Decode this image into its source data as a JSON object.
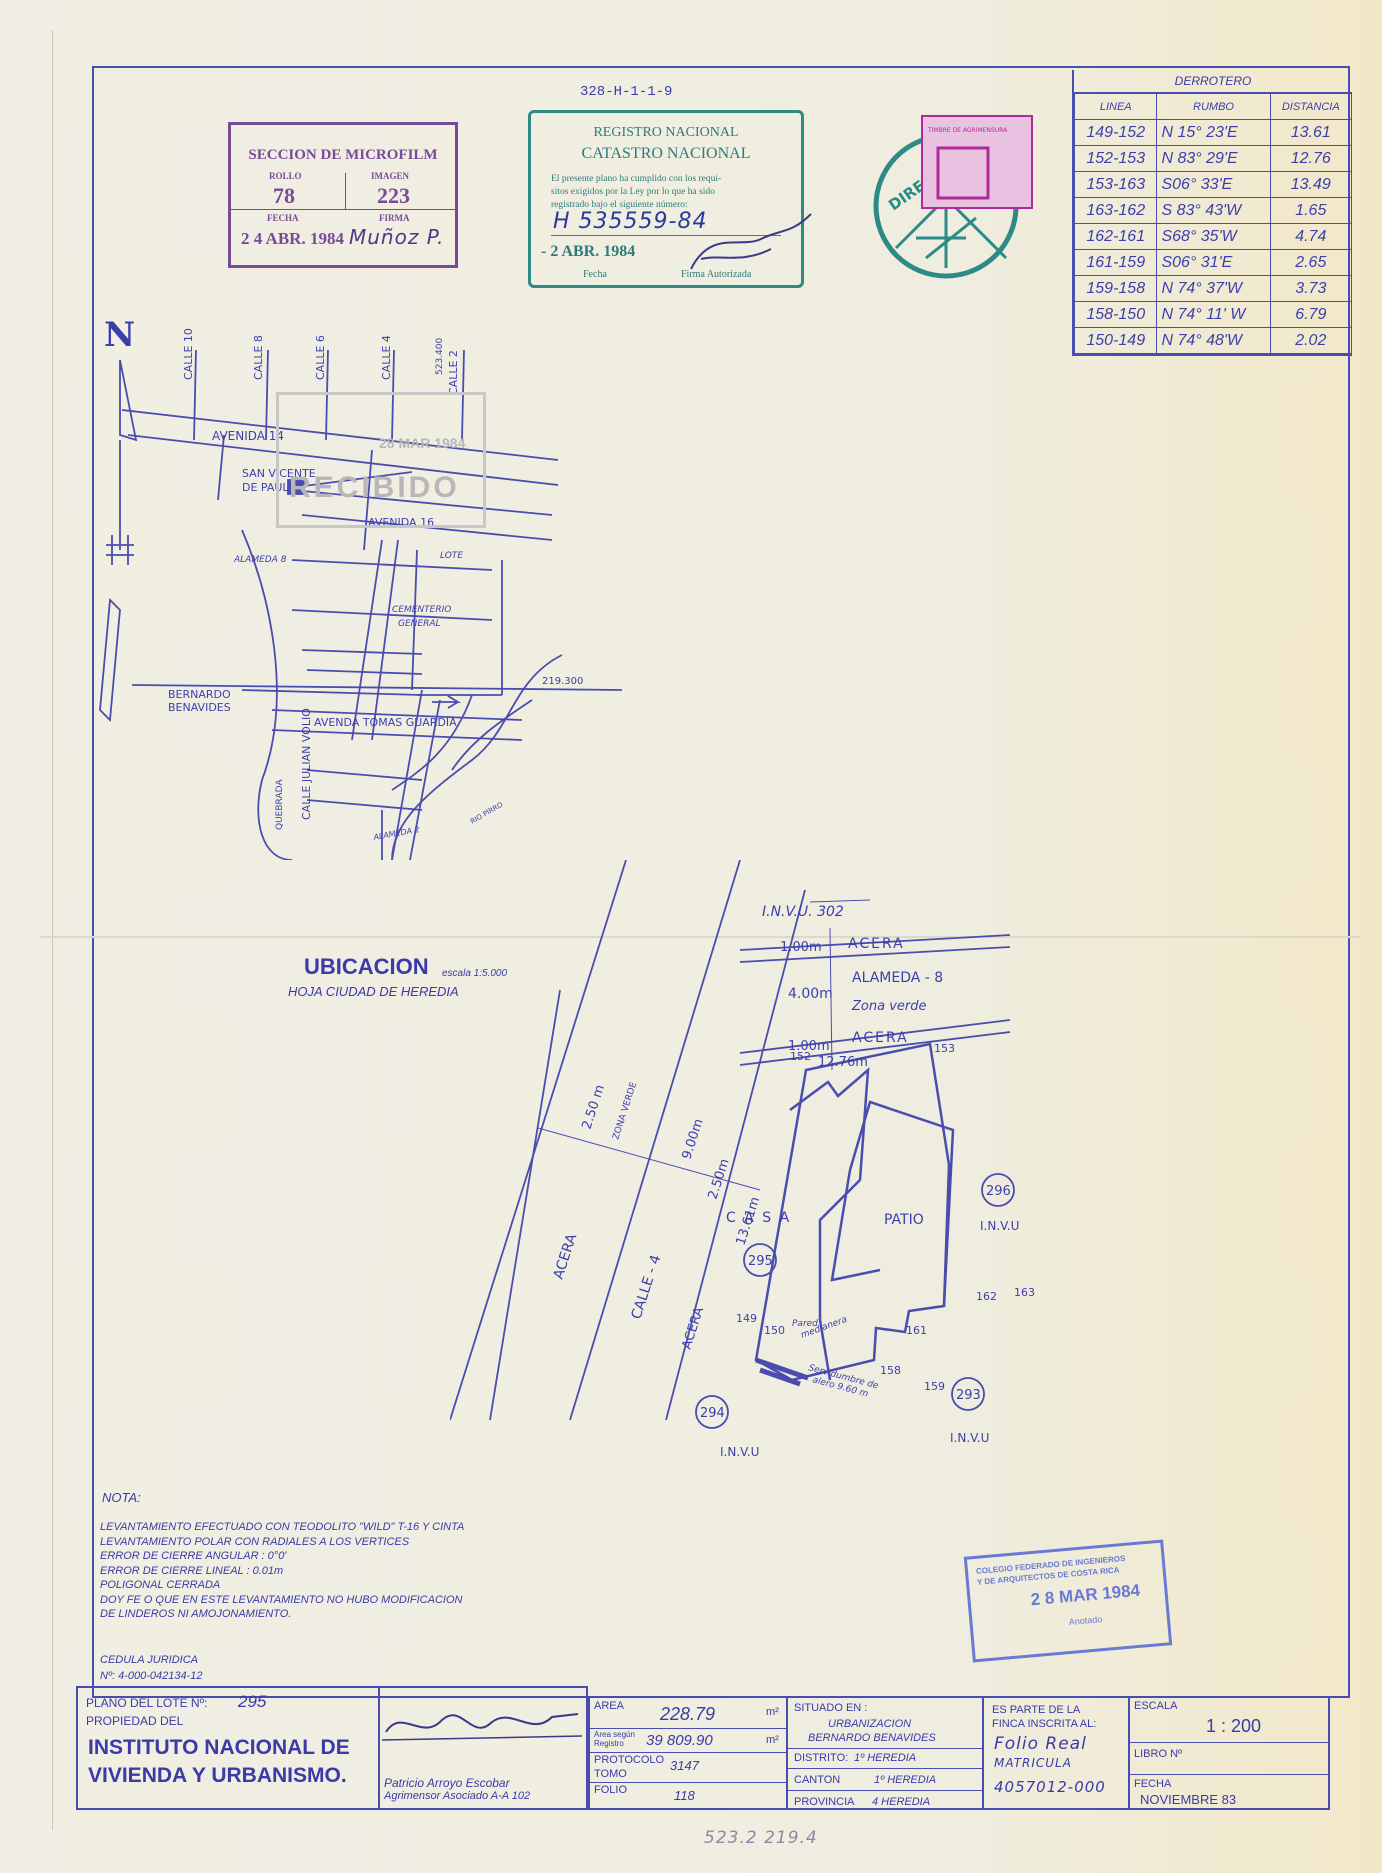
{
  "header_code": "328-H-1-1-9",
  "microfilm_stamp": {
    "title": "SECCION DE MICROFILM",
    "rollo_label": "ROLLO",
    "rollo": "78",
    "imagen_label": "IMAGEN",
    "imagen": "223",
    "fecha_label": "FECHA",
    "firma_label": "FIRMA",
    "fecha": "2 4 ABR. 1984",
    "firma": "Muñoz P."
  },
  "catastro_stamp": {
    "line1": "REGISTRO NACIONAL",
    "line2": "CATASTRO NACIONAL",
    "body_l1": "El presente plano ha cumplido con los requi-",
    "body_l2": "sitos exigidos por la Ley por lo que ha sido",
    "body_l3": "registrado bajo el siguiente número:",
    "number": "H 535559-84",
    "date": "- 2 ABR. 1984",
    "fecha_label": "Fecha",
    "firma_label": "Firma Autorizada"
  },
  "round_stamp": {
    "text": "DIRECCION",
    "timbre": "TIMBRE DE AGRIMENSURA"
  },
  "derrotero": {
    "title": "DERROTERO",
    "headers": [
      "LINEA",
      "RUMBO",
      "DISTANCIA"
    ],
    "rows": [
      [
        "149-152",
        "N 15°  23'E",
        "13.61"
      ],
      [
        "152-153",
        "N 83°  29'E",
        "12.76"
      ],
      [
        "153-163",
        "S06°  33'E",
        "13.49"
      ],
      [
        "163-162",
        "S 83°  43'W",
        "1.65"
      ],
      [
        "162-161",
        "S68°  35'W",
        "4.74"
      ],
      [
        "161-159",
        "S06°  31'E",
        "2.65"
      ],
      [
        "159-158",
        "N 74°  37'W",
        "3.73"
      ],
      [
        "158-150",
        "N 74°  11' W",
        "6.79"
      ],
      [
        "150-149",
        "N 74°  48'W",
        "2.02"
      ]
    ]
  },
  "ubicacion": {
    "north": "N",
    "streets": {
      "calle10": "CALLE 10",
      "calle8": "CALLE 8",
      "calle6": "CALLE 6",
      "calle4": "CALLE 4",
      "calle2": "CALLE 2",
      "coord_v": "523.400",
      "avenida14": "AVENIDA 14",
      "avenida16": "AVENIDA 16",
      "san_vicente_1": "SAN VICENTE",
      "san_vicente_2": "DE PAUL",
      "alameda8": "ALAMEDA 8",
      "lote": "LOTE",
      "cementerio_1": "CEMENTERIO",
      "cementerio_2": "GENERAL",
      "bernardo_1": "BERNARDO",
      "bernardo_2": "BENAVIDES",
      "coord_h": "219.300",
      "avenida_tomas": "AVENDA   TOMAS GUARDIA",
      "quebrada": "QUEBRADA",
      "calle_julian": "CALLE JULIAN VOLIO",
      "rio": "RIO PIRRO",
      "alameda2": "ALAMEDA 2"
    },
    "title": "UBICACION",
    "scale": "escala 1:5.000",
    "sheet": "HOJA  CIUDAD  DE  HEREDIA"
  },
  "recibido_stamp": {
    "date": "28 MAR 1984",
    "word": "RECIBIDO"
  },
  "plan": {
    "invu302": "I.N.V.U. 302",
    "acera_top_dist": "1.00m",
    "acera_top": "ACERA",
    "alameda_dist": "4.00m",
    "alameda": "ALAMEDA - 8",
    "zona_verde": "Zona verde",
    "acera_mid_dist": "1.00m",
    "acera_mid": "ACERA",
    "side_1276": "12.76m",
    "dist_250_left": "2.50 m",
    "zona_verde_v": "ZONA VERDE",
    "dist_900": "9.00m",
    "dist_250_right": "2.50m",
    "side_1361": "13.61m",
    "acera_left": "ACERA",
    "calle4": "CALLE - 4",
    "acera_right": "ACERA",
    "casa": "C A S A",
    "patio": "PATIO",
    "lot295": "295",
    "lot296": "296",
    "lot293": "293",
    "lot294": "294",
    "invu": "I.N.V.U",
    "p152": "152",
    "p153": "153",
    "p149": "149",
    "p150": "150",
    "p158": "158",
    "p159": "159",
    "p161": "161",
    "p162": "162",
    "p163": "163",
    "pared_1": "Pared",
    "pared_2": "medianera",
    "serv_1": "Servidumbre de",
    "serv_2": "alero 9.60 m"
  },
  "nota": {
    "title": "NOTA:",
    "lines": [
      "LEVANTAMIENTO  EFECTUADO  CON  TEODOLITO \"WILD\"  T-16  Y CINTA",
      "LEVANTAMIENTO  POLAR  CON  RADIALES  A  LOS  VERTICES",
      "ERROR  DE  CIERRE  ANGULAR : 0°0'",
      "ERROR  DE  CIERRE  LINEAL       : 0.01m",
      "POLIGONAL   CERRADA",
      "DOY  FE  O    QUE  EN  ESTE  LEVANTAMIENTO  NO  HUBO  MODIFICACION",
      "DE  LINDEROS  NI  AMOJONAMIENTO."
    ],
    "cedula_1": "CEDULA  JURIDICA",
    "cedula_2": "Nº: 4-000-042134-12"
  },
  "colegio_stamp": {
    "line1": "COLEGIO FEDERADO DE INGENIEROS",
    "line2": "Y DE ARQUITECTOS DE COSTA RICA",
    "date": "2 8 MAR 1984",
    "word": "Anotado"
  },
  "title_block": {
    "plano_label": "PLANO  DEL  LOTE  Nº:",
    "plano_num": "295",
    "propiedad_label": "PROPIEDAD  DEL",
    "owner_1": "INSTITUTO  NACIONAL  DE",
    "owner_2": "VIVIENDA   Y  URBANISMO.",
    "surveyor_1": "Patricio Arroyo Escobar",
    "surveyor_2": "Agrimensor Asociado A-A 102",
    "area_label": "AREA",
    "area": "228.79",
    "area_unit": "m²",
    "area_reg_label_1": "Area según",
    "area_reg_label_2": "Registro",
    "area_reg": "39 809.90",
    "area_reg_unit": "m²",
    "protocolo_label": "PROTOCOLO",
    "protocolo": "3147",
    "tomo_label": "TOMO",
    "folio_label": "FOLIO",
    "folio": "118",
    "situado_label": "SITUADO EN :",
    "situado_1": "URBANIZACION",
    "situado_2": "BERNARDO  BENAVIDES",
    "distrito_label": "DISTRITO:",
    "distrito": "1º HEREDIA",
    "canton_label": "CANTON",
    "canton": "1º HEREDIA",
    "provincia_label": "PROVINCIA",
    "provincia": "4  HEREDIA",
    "finca_label_1": "ES PARTE DE LA",
    "finca_label_2": "FINCA INSCRITA AL:",
    "finca_1": "Folio Real",
    "finca_2": "MATRICULA",
    "finca_3": "4057012-000",
    "escala_label": "ESCALA",
    "escala": "1 : 200",
    "libro_label": "LIBRO Nº",
    "fecha_label": "FECHA",
    "fecha": "NOVIEMBRE  83"
  },
  "bottom_note": "523.2   219.4"
}
